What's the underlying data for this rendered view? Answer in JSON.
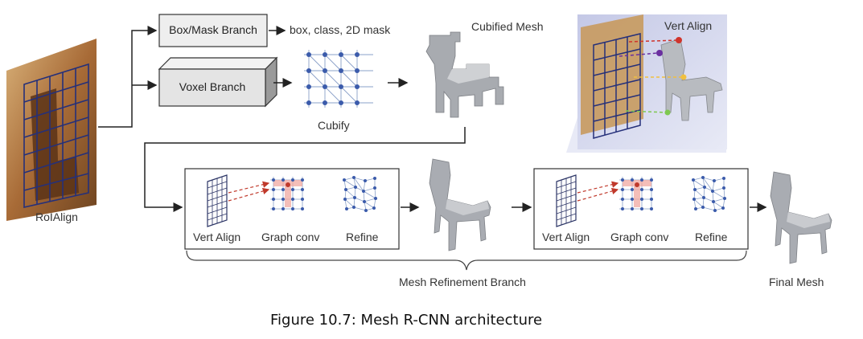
{
  "diagram": {
    "roi_align_label": "RoIAlign",
    "box_mask_branch_label": "Box/Mask Branch",
    "box_mask_output_label": "box, class, 2D mask",
    "voxel_branch_label": "Voxel Branch",
    "cubify_label": "Cubify",
    "cubified_mesh_label": "Cubified Mesh",
    "vert_align_inset_label": "Vert Align",
    "stage1": {
      "vert_align_label": "Vert Align",
      "graph_conv_label": "Graph conv",
      "refine_label": "Refine"
    },
    "stage2": {
      "vert_align_label": "Vert Align",
      "graph_conv_label": "Graph conv",
      "refine_label": "Refine"
    },
    "mesh_refinement_label": "Mesh Refinement Branch",
    "final_mesh_label": "Final Mesh"
  },
  "caption": "Figure 10.7: Mesh R-CNN architecture"
}
